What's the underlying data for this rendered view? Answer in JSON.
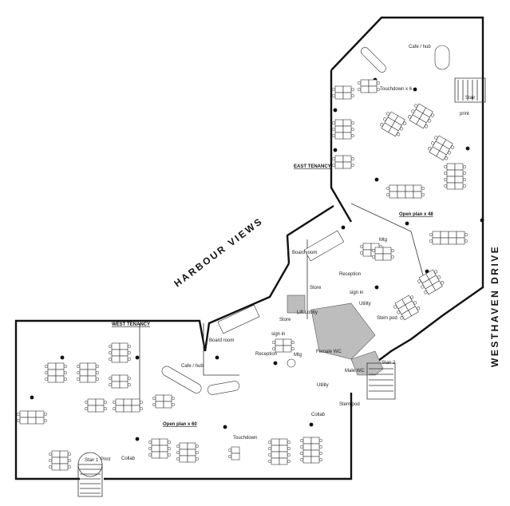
{
  "labels": {
    "harbour_views": "HARBOUR VIEWS",
    "westhaven_drive": "WESTHAVEN DRIVE",
    "east_tenancy": "EAST TENANCY",
    "west_tenancy": "WEST TENANCY",
    "cafe_hub_east": "Cafe / hub",
    "cafe_hub_west": "Cafe / hub",
    "touchdown_x6": "Touchdown x 6",
    "touchdown": "Touchdown",
    "open_plan_48": "Open plan x 48",
    "open_plan_60": "Open plan x 60",
    "board_room_east": "Board room",
    "board_room_west": "Board room",
    "reception_east": "Reception",
    "reception_west": "Reception",
    "mtg_east": "Mtg",
    "mtg_west": "Mtg",
    "sign_in_east": "sign in",
    "sign_in_west": "sign in",
    "store_upper": "Store",
    "store_lower": "Store",
    "lift_lobby": "Lift Lobby",
    "utility_east": "Utility",
    "utility_west": "Utility",
    "stair_1": "Stair 1",
    "stair_2": "Stair 2",
    "stair_3": "Stair",
    "print_east": "print",
    "print_west": "Print",
    "collab_west": "Collab",
    "collab_mid": "Collab",
    "stem_pod_upper": "Stem pod",
    "stem_pod_lower": "Stem pod",
    "female_wc": "Female WC",
    "male_wc": "Male WC"
  },
  "colors": {
    "wall": "#111111",
    "service_core": "#bdbdbd",
    "paper": "#ffffff"
  }
}
